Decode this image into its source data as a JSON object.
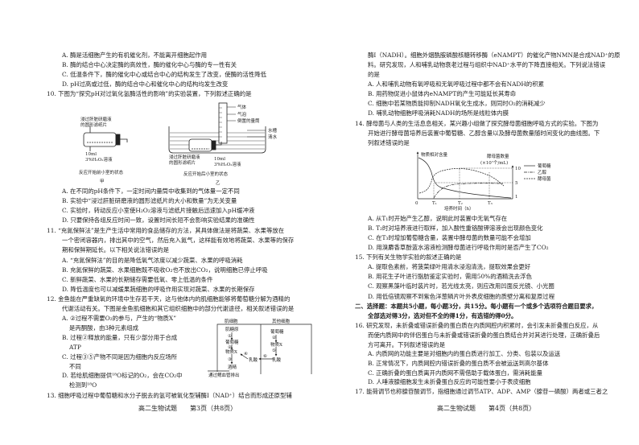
{
  "left_column": {
    "lines": [
      "A. 酶是活细胞产生的有机催化剂，不能离开细胞起作用",
      "B. 酶的结合中心决定酶的高效性，酶的催化中心与酶的专一性有关",
      "C. 低温条件下，酶的催化中心或结合中心的结构发生了改变，使酶的活性降低",
      "D. pH过高或过低，酶的结合中心和催化中心的结构均发生改变",
      "10. 下图为“探究pH对过氧化氢酶活性的影响”的实验装置，下列叙述正确的是",
      "A. 在不同的pH条件下，一定时间内量筒中收集到的气体量一定不同",
      "B. 实验中“浸过肝脏研磨液的圆形滤纸片的大小和数量”为无关变量",
      "C. 实验时，转动反应小室使H₂O₂溶液与滤纸片接触后迅速加入pH缓冲液",
      "D. 只要保持各组反应时间一致，设置时间长短不会影响实验结果的准确性",
      "11. “充氮保鲜法”是生产生活中常用的食品储存的方法，其具体做法是将蔬菜、水果等放在",
      "一个密闭容器内，排出其中的空气，然后充入氮气，这样能有效地将蔬菜、水果等的保存",
      "期和保鲜期延长。以下相关说法错误的是",
      "A. “充氮保鲜法”的目的是降低氧气浓度以减少蔬菜、水果的呼吸消耗",
      "B. 充氮保鲜的蔬菜、水果细胞既不吸收O₂也不放出CO₂，说明细胞已停止呼吸",
      "C. 新鲜蔬菜、水果的长期储存需要低氧、零上低温的条件",
      "D. 降低温度也可以减缓果蔬细胞的呼吸作用实现对蔬菜、水果的长期保存",
      "12. 金鱼能在严重缺氧的环境中生存若干天，这与他体内的肌细胞能够将葡萄糖分解为酒精的",
      "代谢活动有关。下图是金鱼肌细胞和其它组织细胞中的部分代谢途径，相关叙述错误的是",
      "A. ②过程不需要O₂的参与，产生的“物质X”",
      "是丙酮酸，由3种元素组成",
      "B. 过程②释放的能量，只有少部分用于合成",
      "ATP",
      "C. 过程③⑤产物不同是因为细胞内反应场所",
      "不同",
      "D. 若给肌细胞提供¹⁸O标记的O₂，会在CO₂中",
      "检测到¹⁸O",
      "13. 细胞呼吸过程中葡萄糖和水分子脱去的氢可被氧化型辅酶Ⅰ（NAD⁺）结合而形成还原型辅"
    ],
    "footer": "高二生物试题　　第3页（共8页）"
  },
  "right_column": {
    "lines": [
      "酶Ⅰ（NADH）。细胞外烟酰胺磷酸核糖转移酶（eNAMPT）的催化产物NMN是合成NAD⁺的原",
      "料。研究发现，人和哺乳动物衰老过程与组织中NAD⁺水平的下降直接相关。下列说法错误",
      "的是",
      "A. 人和哺乳动物有氧呼吸和无氧呼吸过程中都不会有NADH的积累",
      "B. 用药物促进小鼠体内eNAMPT的产生可能延长其寿命",
      "C. 细胞中若某物质能抑制NADH氧化生成水，则同时O₂的消耗减少",
      "D. 哺乳动物细胞呼吸消耗NADH的场所是线粒体内膜",
      "14. 酵母菌与人类的生活息息相关，某兴趣小组做了探究酵母菌细胞呼吸方式的实验。下图为",
      "开始进行酵母菌培养后装置中葡萄糖、乙醇含量以及酵母菌数量随时间变化的曲线图。下",
      "列叙述错误的是",
      "A. 从T₁时开始产生乙醇，说明此时装置中无氧气存在",
      "B. T₂时对培养液进行取样，加入酸性重铬酸钾溶液会出现颜色变化",
      "C. 在T₃时增加葡萄糖含量，装置中酵母菌的数量可能不会增加",
      "D. 用溴麝香草酚蓝水溶液检测酵母菌进行呼吸作用时是否产生了CO₂",
      "15. 下列有关生物学实验的叙述正确的是",
      "A. 提取色素前，将菠菜绿叶用清水浸泡清洗，提取效果会更好",
      "B. 用花生子叶进行脂肪鉴定实验时，需用50%的酒精洗去浮色",
      "C. 观察黑藻叶临时装片时，若光线太亮，则应改用凹面反光镜、小光圈",
      "D. 用低倍镜观察不到紫色洋葱鳞片叶外表皮细胞的质壁分离和复原过程",
      "二、选择题：本题共5小题，每小题3分，共15分。每小题有一个或多个选项符合题目要求，",
      "全部选对得3分，选对但不全的得1分，有选错的得0分。",
      "16. 研究发现，未折叠或错误折叠的蛋白质在内质网腔内积累时，会引发未折叠蛋白反应，从",
      "而使内质网中的伴侣蛋白与未折叠或错误折叠的蛋白质结合并对其进行处理，正确折叠后",
      "方可离开。下列叙述错误的是",
      "A. 内质网的功能主要是对细胞内的蛋白质进行加工、分类、包装以及运送",
      "B. 正常情况下，内质网腔内错误折叠的蛋白质不会被运送到高尔基体",
      "C. 正确折叠的蛋白质离开内质网不需借助于载体蛋白，需消耗能量",
      "D. 人唾液腺细胞发生未折叠蛋白反应的可能性要小于表皮细胞",
      "17. 能荷调节也称腺苷酸调节，指细胞通过调节ATP、ADP、AMP（腺苷一磷酸）两者或三者之"
    ],
    "footer": "高二生物试题　　第4页（共8页）"
  },
  "fig10": {
    "jia_paper": [
      "浸过肝脏研磨液",
      "的圆形滤纸片"
    ],
    "jia_solution": [
      "10ml",
      "3%H₂O₂溶液"
    ],
    "jia_caption": "反应开始前小室的状态",
    "jia": "甲",
    "gas": "气体",
    "bubble": "气泡",
    "cylinder": "倒置的量筒",
    "tank": "水槽",
    "water": "清水",
    "yi_paper": [
      "浸过肝脏研磨液",
      "的圆形滤纸片"
    ],
    "yi_solution": [
      "10ml",
      "3%H₂O₂溶液"
    ],
    "yi_caption": "反应开始后小室的状态",
    "yi": "乙"
  },
  "fig12": {
    "muscle": "肌细胞",
    "other": "其他细胞",
    "glycogen": "肌糖原",
    "glucose": "葡萄糖",
    "x": "物质X",
    "ethanol": "酒精",
    "lactate": "乳酸",
    "exit": "通过鳃血管排出",
    "s1": "①",
    "s2": "②",
    "s3": "③",
    "s4": "④",
    "s5": "⑤",
    "s6": "⑥"
  },
  "fig14": {
    "ylabel_left": "物质相对含量",
    "ylabel_right": [
      "酵母菌数量",
      "(×10⁷个/mL)"
    ],
    "xlabel": "培养时间（h）",
    "origin": "0",
    "xticks": [
      "T₁",
      "T₂",
      "T₃"
    ],
    "yticks_right": [
      "10",
      "5",
      "1"
    ],
    "legend": [
      "葡萄糖",
      "乙醇",
      "酵母菌"
    ]
  }
}
